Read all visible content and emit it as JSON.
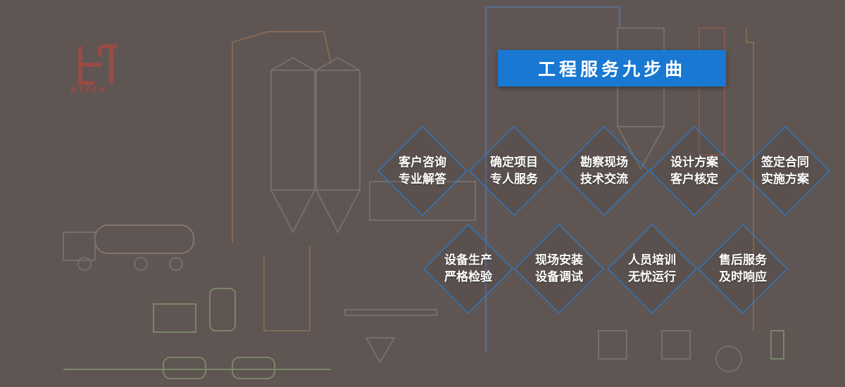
{
  "logo": {
    "text": "HTPE®",
    "color": "#c4453b"
  },
  "title": "工程服务九步曲",
  "accent_color": "#1878d2",
  "steps": [
    {
      "line1": "客户咨询",
      "line2": "专业解答"
    },
    {
      "line1": "确定项目",
      "line2": "专人服务"
    },
    {
      "line1": "勘察现场",
      "line2": "技术交流"
    },
    {
      "line1": "设计方案",
      "line2": "客户核定"
    },
    {
      "line1": "签定合同",
      "line2": "实施方案"
    },
    {
      "line1": "设备生产",
      "line2": "严格检验"
    },
    {
      "line1": "现场安装",
      "line2": "设备调试"
    },
    {
      "line1": "人员培训",
      "line2": "无忧运行"
    },
    {
      "line1": "售后服务",
      "line2": "及时响应"
    }
  ]
}
